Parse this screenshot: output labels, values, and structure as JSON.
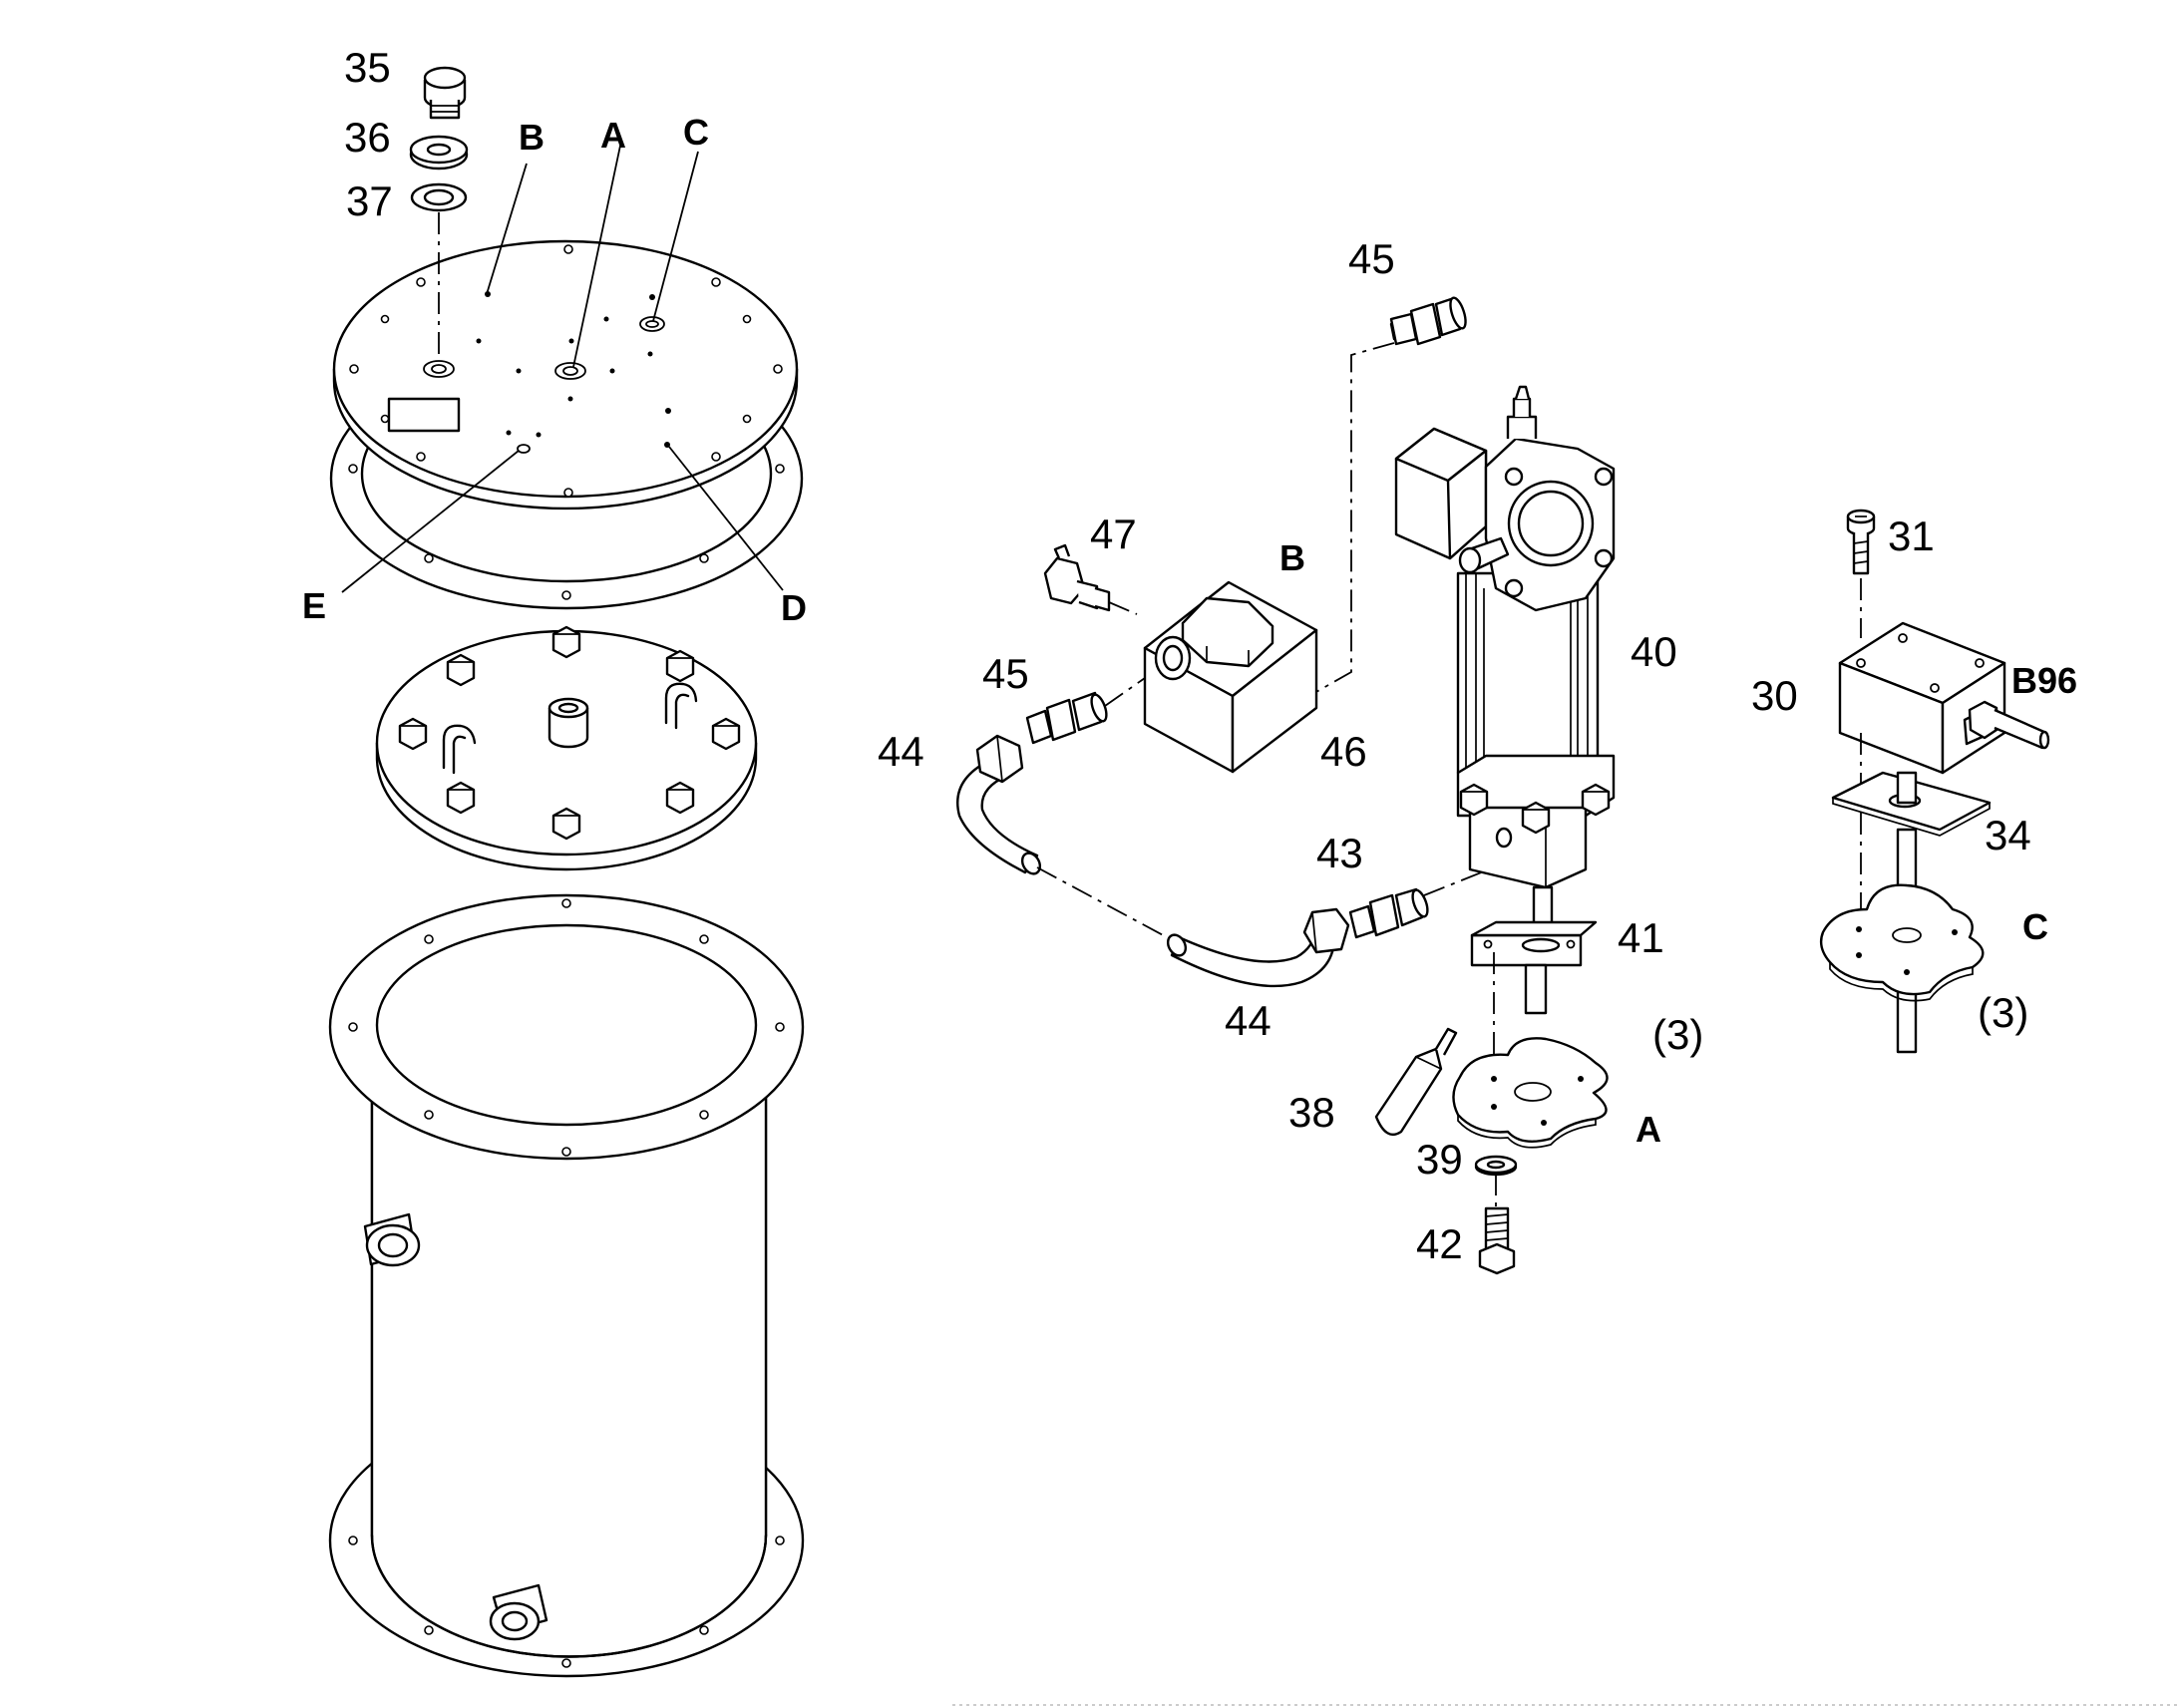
{
  "labels": {
    "p35": "35",
    "p36": "36",
    "p37": "37",
    "p45a": "45",
    "p47": "47",
    "p45b": "45",
    "p44a": "44",
    "p46": "46",
    "p40": "40",
    "p43": "43",
    "p41": "41",
    "p44b": "44",
    "p38": "38",
    "p39": "39",
    "p42": "42",
    "p31": "31",
    "p30": "30",
    "p34": "34",
    "qty_a": "(3)",
    "qty_c": "(3)"
  },
  "letters": {
    "B": "B",
    "A": "A",
    "C": "C",
    "E": "E",
    "D": "D",
    "block_b": "B",
    "flange_a": "A",
    "flange_c": "C",
    "b96": "B96"
  }
}
